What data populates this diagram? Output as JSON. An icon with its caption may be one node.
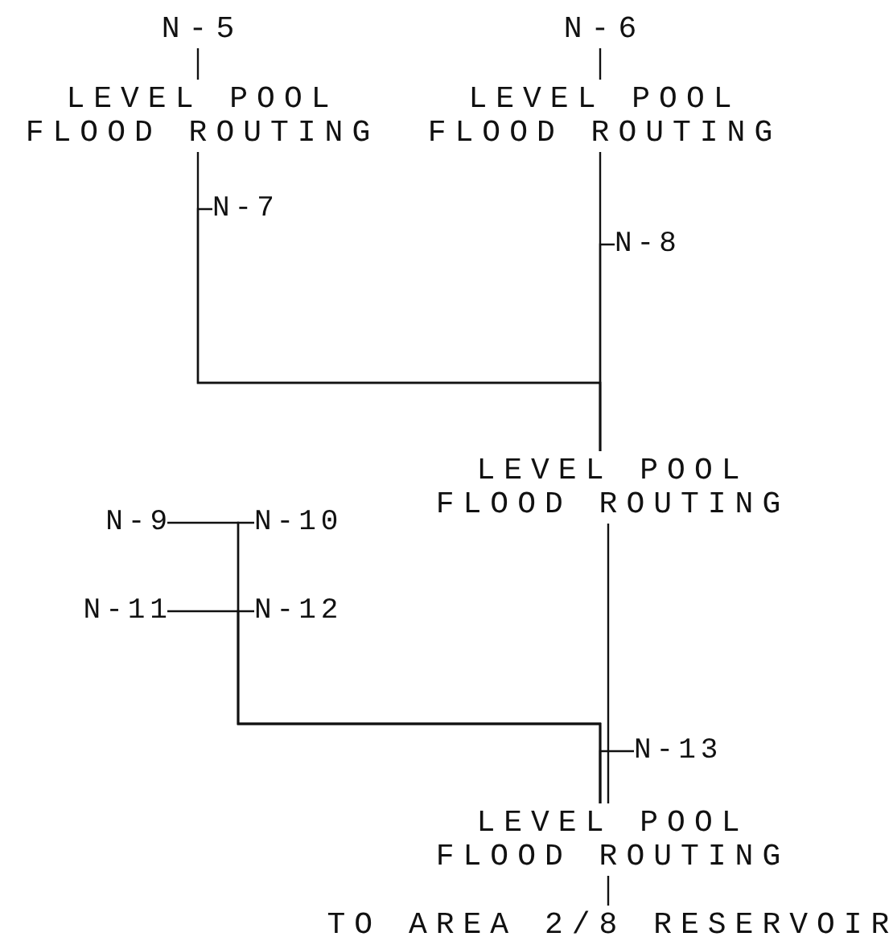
{
  "diagram": {
    "nodes": [
      {
        "text": [
          "N-5"
        ]
      },
      {
        "text": [
          "LEVEL POOL",
          "FLOOD ROUTING"
        ]
      },
      {
        "text": [
          "N-6"
        ]
      },
      {
        "text": [
          "LEVEL POOL",
          "FLOOD ROUTING"
        ]
      },
      {
        "text": [
          "N-7"
        ]
      },
      {
        "text": [
          "N-8"
        ]
      },
      {
        "text": [
          "LEVEL POOL",
          "FLOOD ROUTING"
        ]
      },
      {
        "text": [
          "N-9"
        ]
      },
      {
        "text": [
          "N-10"
        ]
      },
      {
        "text": [
          "N-11"
        ]
      },
      {
        "text": [
          "N-12"
        ]
      },
      {
        "text": [
          "N-13"
        ]
      },
      {
        "text": [
          "LEVEL POOL",
          "FLOOD ROUTING"
        ]
      },
      {
        "text": [
          "TO AREA 2/8 RESERVOIR"
        ]
      }
    ],
    "edges": [
      {
        "from": 0,
        "to": 1,
        "arrow": "none"
      },
      {
        "from": 2,
        "to": 3,
        "arrow": "none"
      },
      {
        "from": 1,
        "to": 6,
        "arrow": "none"
      },
      {
        "from": 4,
        "to": 6,
        "arrow": "none"
      },
      {
        "from": 3,
        "to": 6,
        "arrow": "none"
      },
      {
        "from": 5,
        "to": 6,
        "arrow": "none"
      },
      {
        "from": 6,
        "to": 12,
        "arrow": "none"
      },
      {
        "from": 7,
        "to": 12,
        "arrow": "none"
      },
      {
        "from": 8,
        "to": 12,
        "arrow": "none"
      },
      {
        "from": 9,
        "to": 12,
        "arrow": "none"
      },
      {
        "from": 10,
        "to": 12,
        "arrow": "none"
      },
      {
        "from": 11,
        "to": 12,
        "arrow": "none"
      },
      {
        "from": 12,
        "to": 13,
        "arrow": "none"
      }
    ]
  }
}
